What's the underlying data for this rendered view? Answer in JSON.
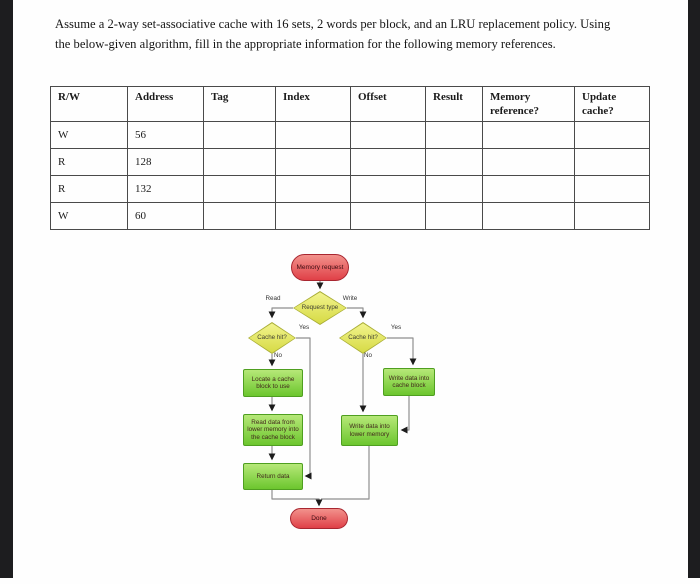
{
  "document": {
    "instructions": {
      "line1": "Assume a 2-way set-associative cache with 16 sets, 2 words per block, and an LRU replacement policy. Using",
      "line2": "the below-given algorithm, fill in the appropriate information for the following memory references."
    }
  },
  "table": {
    "headers": [
      "R/W",
      "Address",
      "Tag",
      "Index",
      "Offset",
      "Result",
      "Memory reference?",
      "Update cache?"
    ],
    "rows": [
      [
        "W",
        "56"
      ],
      [
        "R",
        "128"
      ],
      [
        "R",
        "132"
      ],
      [
        "W",
        "60"
      ]
    ]
  },
  "flowchart": {
    "nodes": {
      "memory_request": "Memory request",
      "request_type": "Request type",
      "cache_hit_left": "Cache hit?",
      "cache_hit_right": "Cache hit?",
      "locate_block": "Locate a cache block to use",
      "read_lower": "Read data from lower memory into the cache block",
      "return_data": "Return data",
      "write_cache_block": "Write data into cache block",
      "write_lower": "Write data into lower memory",
      "done": "Done"
    },
    "edge_labels": {
      "read": "Read",
      "write": "Write",
      "yes_left": "Yes",
      "yes_right": "Yes",
      "no_left": "No",
      "no_right": "No"
    },
    "colors": {
      "terminal_fill_top": "#f2928c",
      "terminal_fill_bottom": "#e04047",
      "terminal_border": "#a82630",
      "process_fill_top": "#b6e878",
      "process_fill_bottom": "#6cc62e",
      "process_border": "#4f9f20",
      "decision_fill_top": "#f2f48e",
      "decision_fill_bottom": "#d6da44",
      "decision_border": "#a9ad36",
      "connector_line": "#8f8f8f",
      "arrowhead": "#1c1c1c"
    }
  }
}
